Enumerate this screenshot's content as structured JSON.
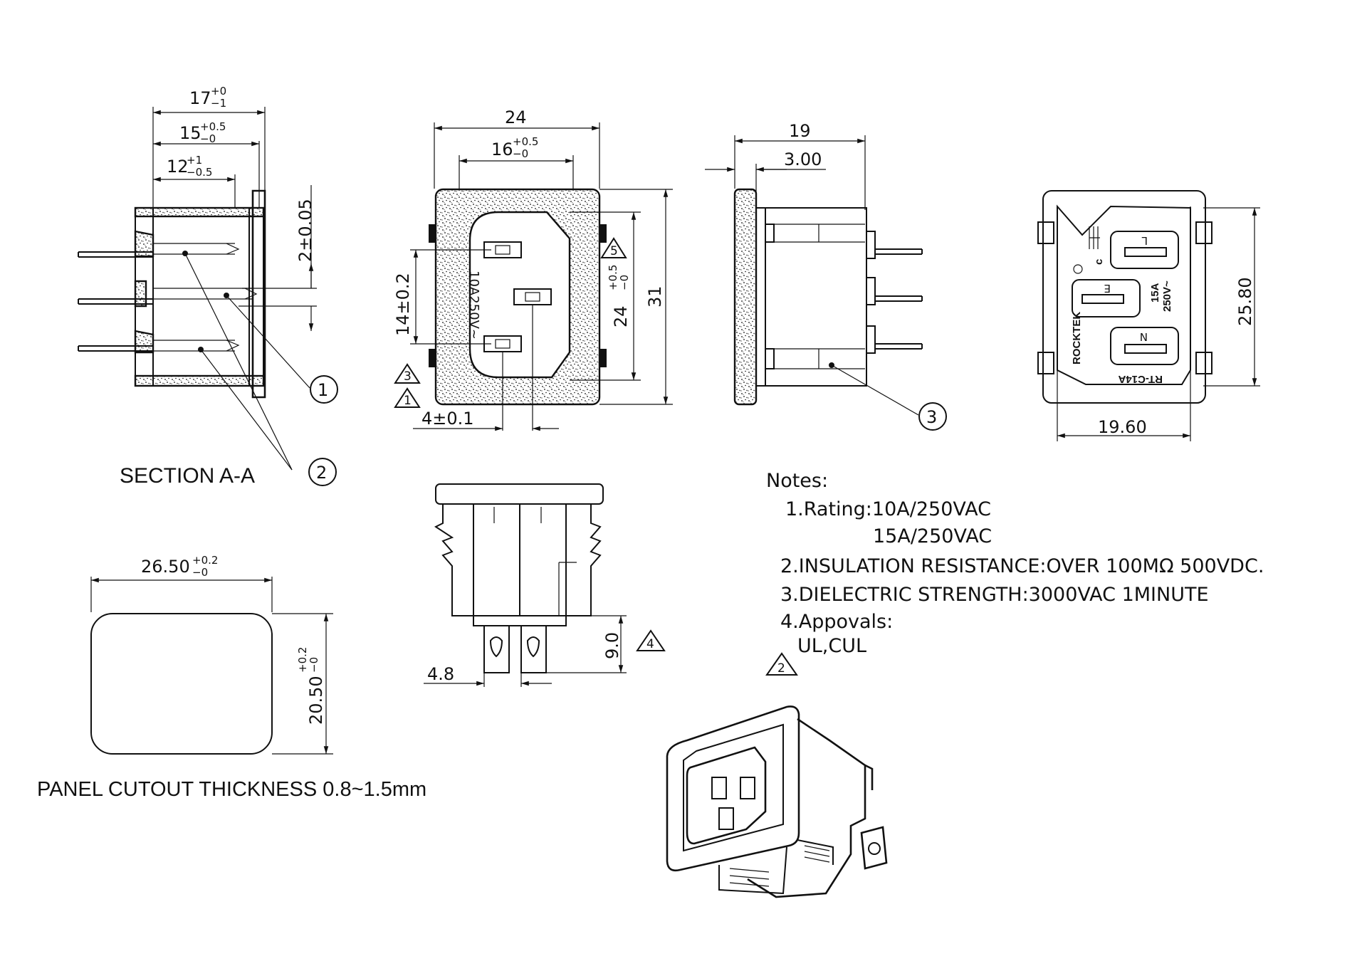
{
  "section_view": {
    "dim_17": "17",
    "dim_17_tol_upper": "+0",
    "dim_17_tol_lower": "−1",
    "dim_15": "15",
    "dim_15_tol_upper": "+0.5",
    "dim_15_tol_lower": "−0",
    "dim_12": "12",
    "dim_12_tol_upper": "+1",
    "dim_12_tol_lower": "−0.5",
    "dim_pitch": "2±0.05",
    "callout_1": "1",
    "callout_2": "2",
    "title": "SECTION A-A"
  },
  "front_view": {
    "dim_width": "24",
    "dim_inner_width": "16",
    "dim_inner_width_tol_upper": "+0.5",
    "dim_inner_width_tol_lower": "−0",
    "dim_height": "31",
    "dim_inner_height": "24",
    "dim_inner_height_tol_upper": "+0.5",
    "dim_inner_height_tol_lower": "−0",
    "dim_pin_span": "14±0.2",
    "dim_pin_offset": "4±0.1",
    "rating_mark": "10A250V~",
    "rev_5": "5",
    "rev_3": "3",
    "rev_1": "1"
  },
  "side_view": {
    "dim_depth": "19",
    "dim_flange": "3.00",
    "callout_3": "3"
  },
  "rear_view": {
    "dim_height": "25.80",
    "dim_width": "19.60",
    "brand": "ROCKTEK",
    "model": "RT-C14A",
    "rating_a": "15A",
    "rating_v": "250V~",
    "cert": "c",
    "terminal_l": "L",
    "terminal_e": "E",
    "terminal_n": "N"
  },
  "bottom_view": {
    "dim_pin_length": "9.0",
    "dim_pin_width": "4.8",
    "rev_4": "4"
  },
  "panel_cutout": {
    "dim_width": "26.50",
    "dim_width_tol_upper": "+0.2",
    "dim_width_tol_lower": "−0",
    "dim_height": "20.50",
    "dim_height_tol_upper": "+0.2",
    "dim_height_tol_lower": "−0",
    "caption": "PANEL CUTOUT THICKNESS 0.8~1.5mm"
  },
  "notes": {
    "heading": "Notes:",
    "line1": "1.Rating:10A/250VAC",
    "line1b": "15A/250VAC",
    "line2": "2.INSULATION  RESISTANCE:OVER  100MΩ  500VDC.",
    "line3": "3.DIELECTRIC  STRENGTH:3000VAC  1MINUTE",
    "line4": "4.Appovals:",
    "line4b": "UL,CUL",
    "rev_2": "2"
  }
}
